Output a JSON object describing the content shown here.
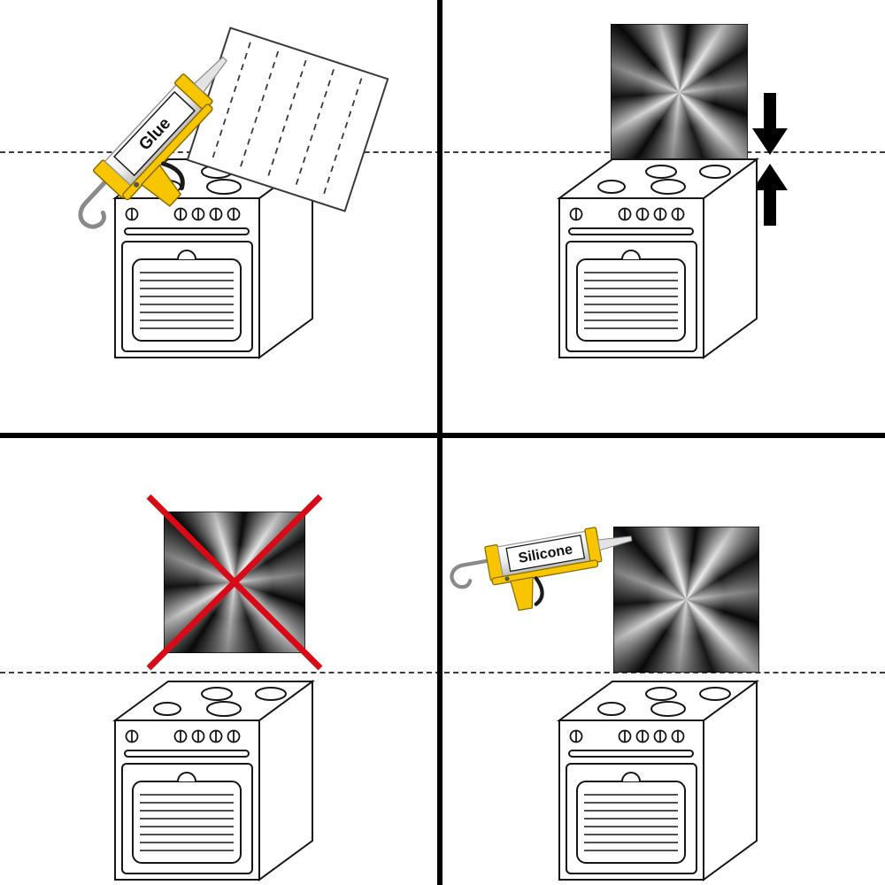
{
  "colors": {
    "background": "#ffffff",
    "divider_black": "#000000",
    "gun_yellow": "#f7c600",
    "cross_red": "#d60b17",
    "wall_line_dark": "#3c3c3c",
    "tile_dark": "#0b0b0b"
  },
  "panels": {
    "top_left": {
      "name": "apply-glue-to-panel-back",
      "tube_label": "Glue",
      "icons": [
        "caulking-gun-icon",
        "adhesive-lines-board-icon",
        "stove-icon",
        "wall-dashed-line"
      ]
    },
    "top_right": {
      "name": "press-panel-to-wall",
      "icons": [
        "metal-panel-icon",
        "press-down-arrow-icon",
        "press-up-arrow-icon",
        "stove-icon",
        "wall-dashed-line"
      ]
    },
    "bottom_left": {
      "name": "loose-panel-prohibited",
      "icons": [
        "metal-panel-icon",
        "prohibition-cross-icon",
        "stove-icon",
        "wall-dashed-line"
      ]
    },
    "bottom_right": {
      "name": "seal-edges-with-silicone",
      "tube_label": "Silicone",
      "icons": [
        "caulking-gun-icon",
        "metal-panel-icon",
        "stove-icon",
        "wall-dashed-line"
      ]
    }
  }
}
